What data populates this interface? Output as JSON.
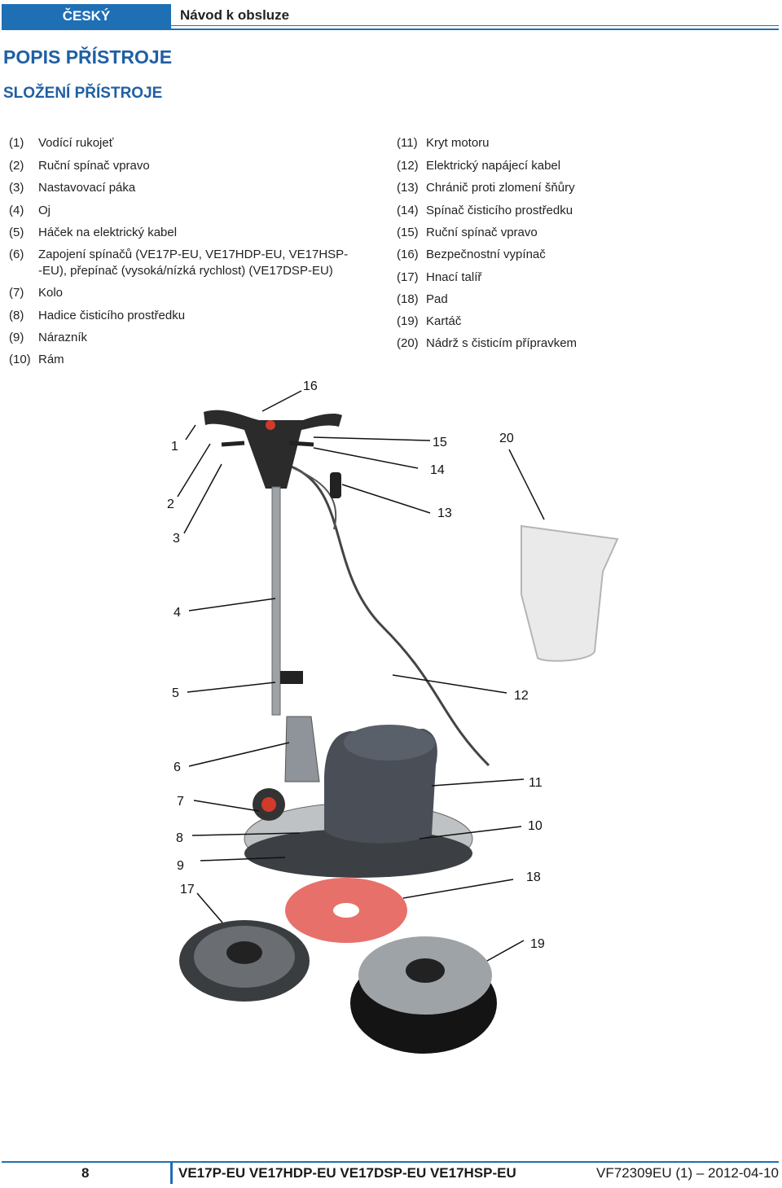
{
  "header": {
    "language": "ČESKÝ",
    "title": "Návod k obsluze"
  },
  "headings": {
    "h1": "POPIS PŘÍSTROJE",
    "h2": "SLOŽENÍ PŘÍSTROJE"
  },
  "parts_left": [
    {
      "num": "(1)",
      "text": "Vodící rukojeť"
    },
    {
      "num": "(2)",
      "text": "Ruční spínač vpravo"
    },
    {
      "num": "(3)",
      "text": "Nastavovací páka"
    },
    {
      "num": "(4)",
      "text": "Oj"
    },
    {
      "num": "(5)",
      "text": "Háček na elektrický kabel"
    },
    {
      "num": "(6)",
      "text": "Zapojení spínačů (VE17P-EU, VE17HDP-EU, VE17HSP-",
      "cont": "-EU), přepínač (vysoká/nízká rychlost) (VE17DSP-EU)"
    },
    {
      "num": "(7)",
      "text": "Kolo"
    },
    {
      "num": "(8)",
      "text": "Hadice čisticího prostředku"
    },
    {
      "num": "(9)",
      "text": "Nárazník"
    },
    {
      "num": "(10)",
      "text": "Rám"
    }
  ],
  "parts_right": [
    {
      "num": "(11)",
      "text": "Kryt motoru"
    },
    {
      "num": "(12)",
      "text": "Elektrický napájecí kabel"
    },
    {
      "num": "(13)",
      "text": "Chránič proti zlomení šňůry"
    },
    {
      "num": "(14)",
      "text": "Spínač čisticího prostředku"
    },
    {
      "num": "(15)",
      "text": "Ruční spínač vpravo"
    },
    {
      "num": "(16)",
      "text": "Bezpečnostní vypínač"
    },
    {
      "num": "(17)",
      "text": "Hnací talíř"
    },
    {
      "num": "(18)",
      "text": "Pad"
    },
    {
      "num": "(19)",
      "text": "Kartáč"
    },
    {
      "num": "(20)",
      "text": "Nádrž s čisticím přípravkem"
    }
  ],
  "callouts": [
    "1",
    "2",
    "3",
    "4",
    "5",
    "6",
    "7",
    "8",
    "9",
    "10",
    "11",
    "12",
    "13",
    "14",
    "15",
    "16",
    "17",
    "18",
    "19",
    "20"
  ],
  "footer": {
    "page": "8",
    "models": "VE17P-EU VE17HDP-EU VE17DSP-EU VE17HSP-EU",
    "doc": "VF72309EU (1) – 2012-04-10"
  },
  "colors": {
    "accent": "#1f6fb5",
    "heading": "#1f5fa5",
    "pad": "#e8706a",
    "wheel_hub": "#d23a2a"
  }
}
